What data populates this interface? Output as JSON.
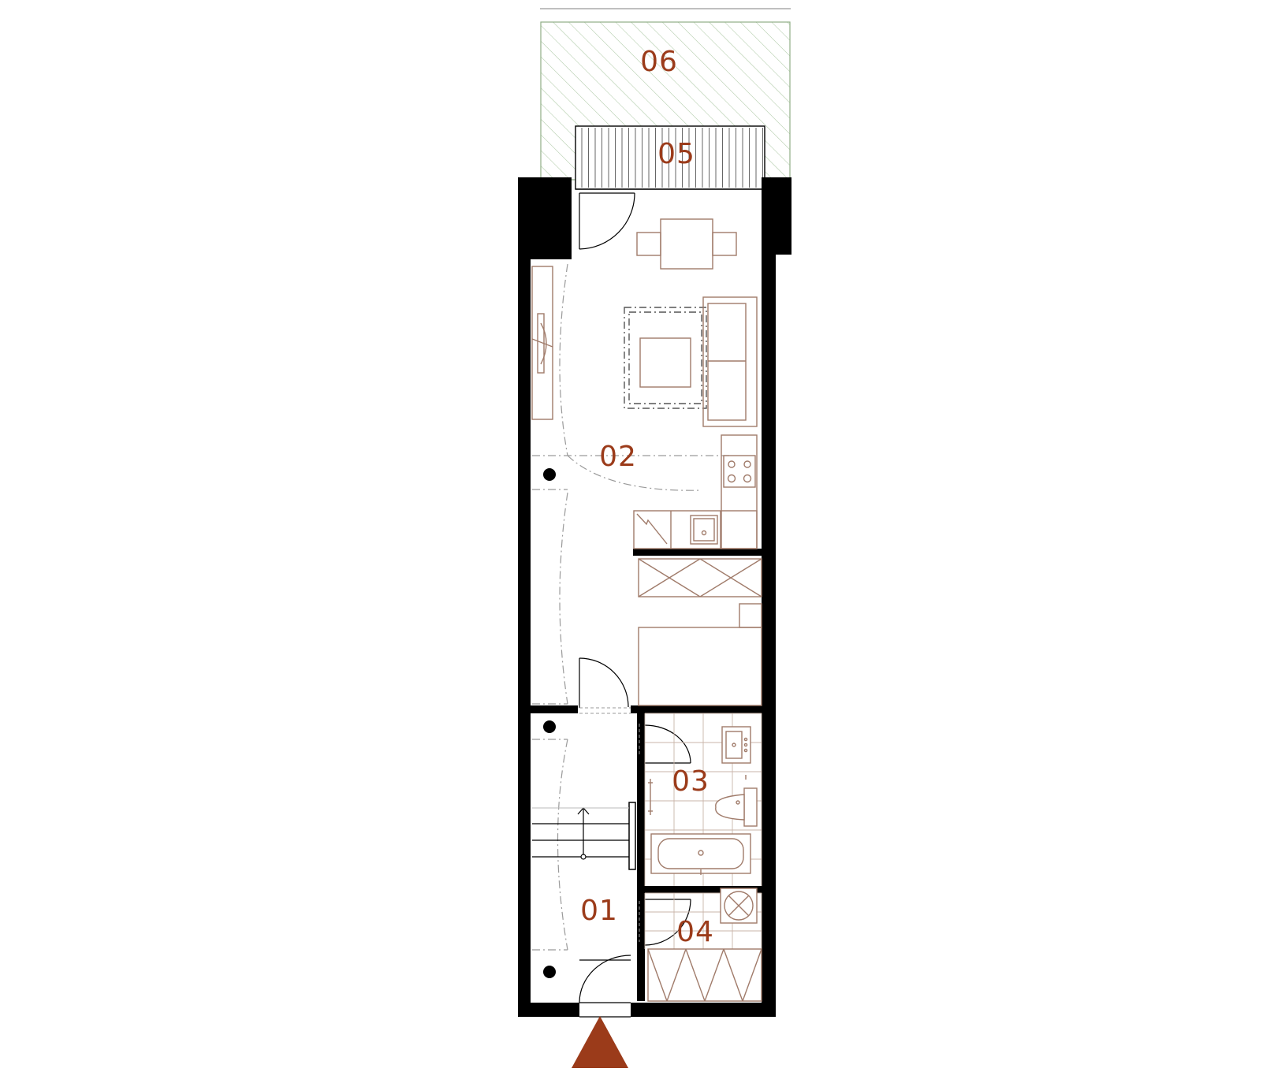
{
  "plan": {
    "rooms": [
      {
        "id": "01",
        "label": "01"
      },
      {
        "id": "02",
        "label": "02"
      },
      {
        "id": "03",
        "label": "03"
      },
      {
        "id": "04",
        "label": "04"
      },
      {
        "id": "05",
        "label": "05"
      },
      {
        "id": "06",
        "label": "06"
      }
    ],
    "colors": {
      "label": "#9b3b1a",
      "entrance_arrow": "#9b3b1a",
      "wall": "#000000",
      "furniture": "#a07b6a",
      "garden_hatch": "#a9c6a0"
    },
    "icons": [
      "entrance-arrow-icon",
      "stair-arrow-icon",
      "boiler-icon",
      "hob-icon",
      "sink-icon",
      "toilet-icon",
      "bathtub-icon"
    ]
  }
}
